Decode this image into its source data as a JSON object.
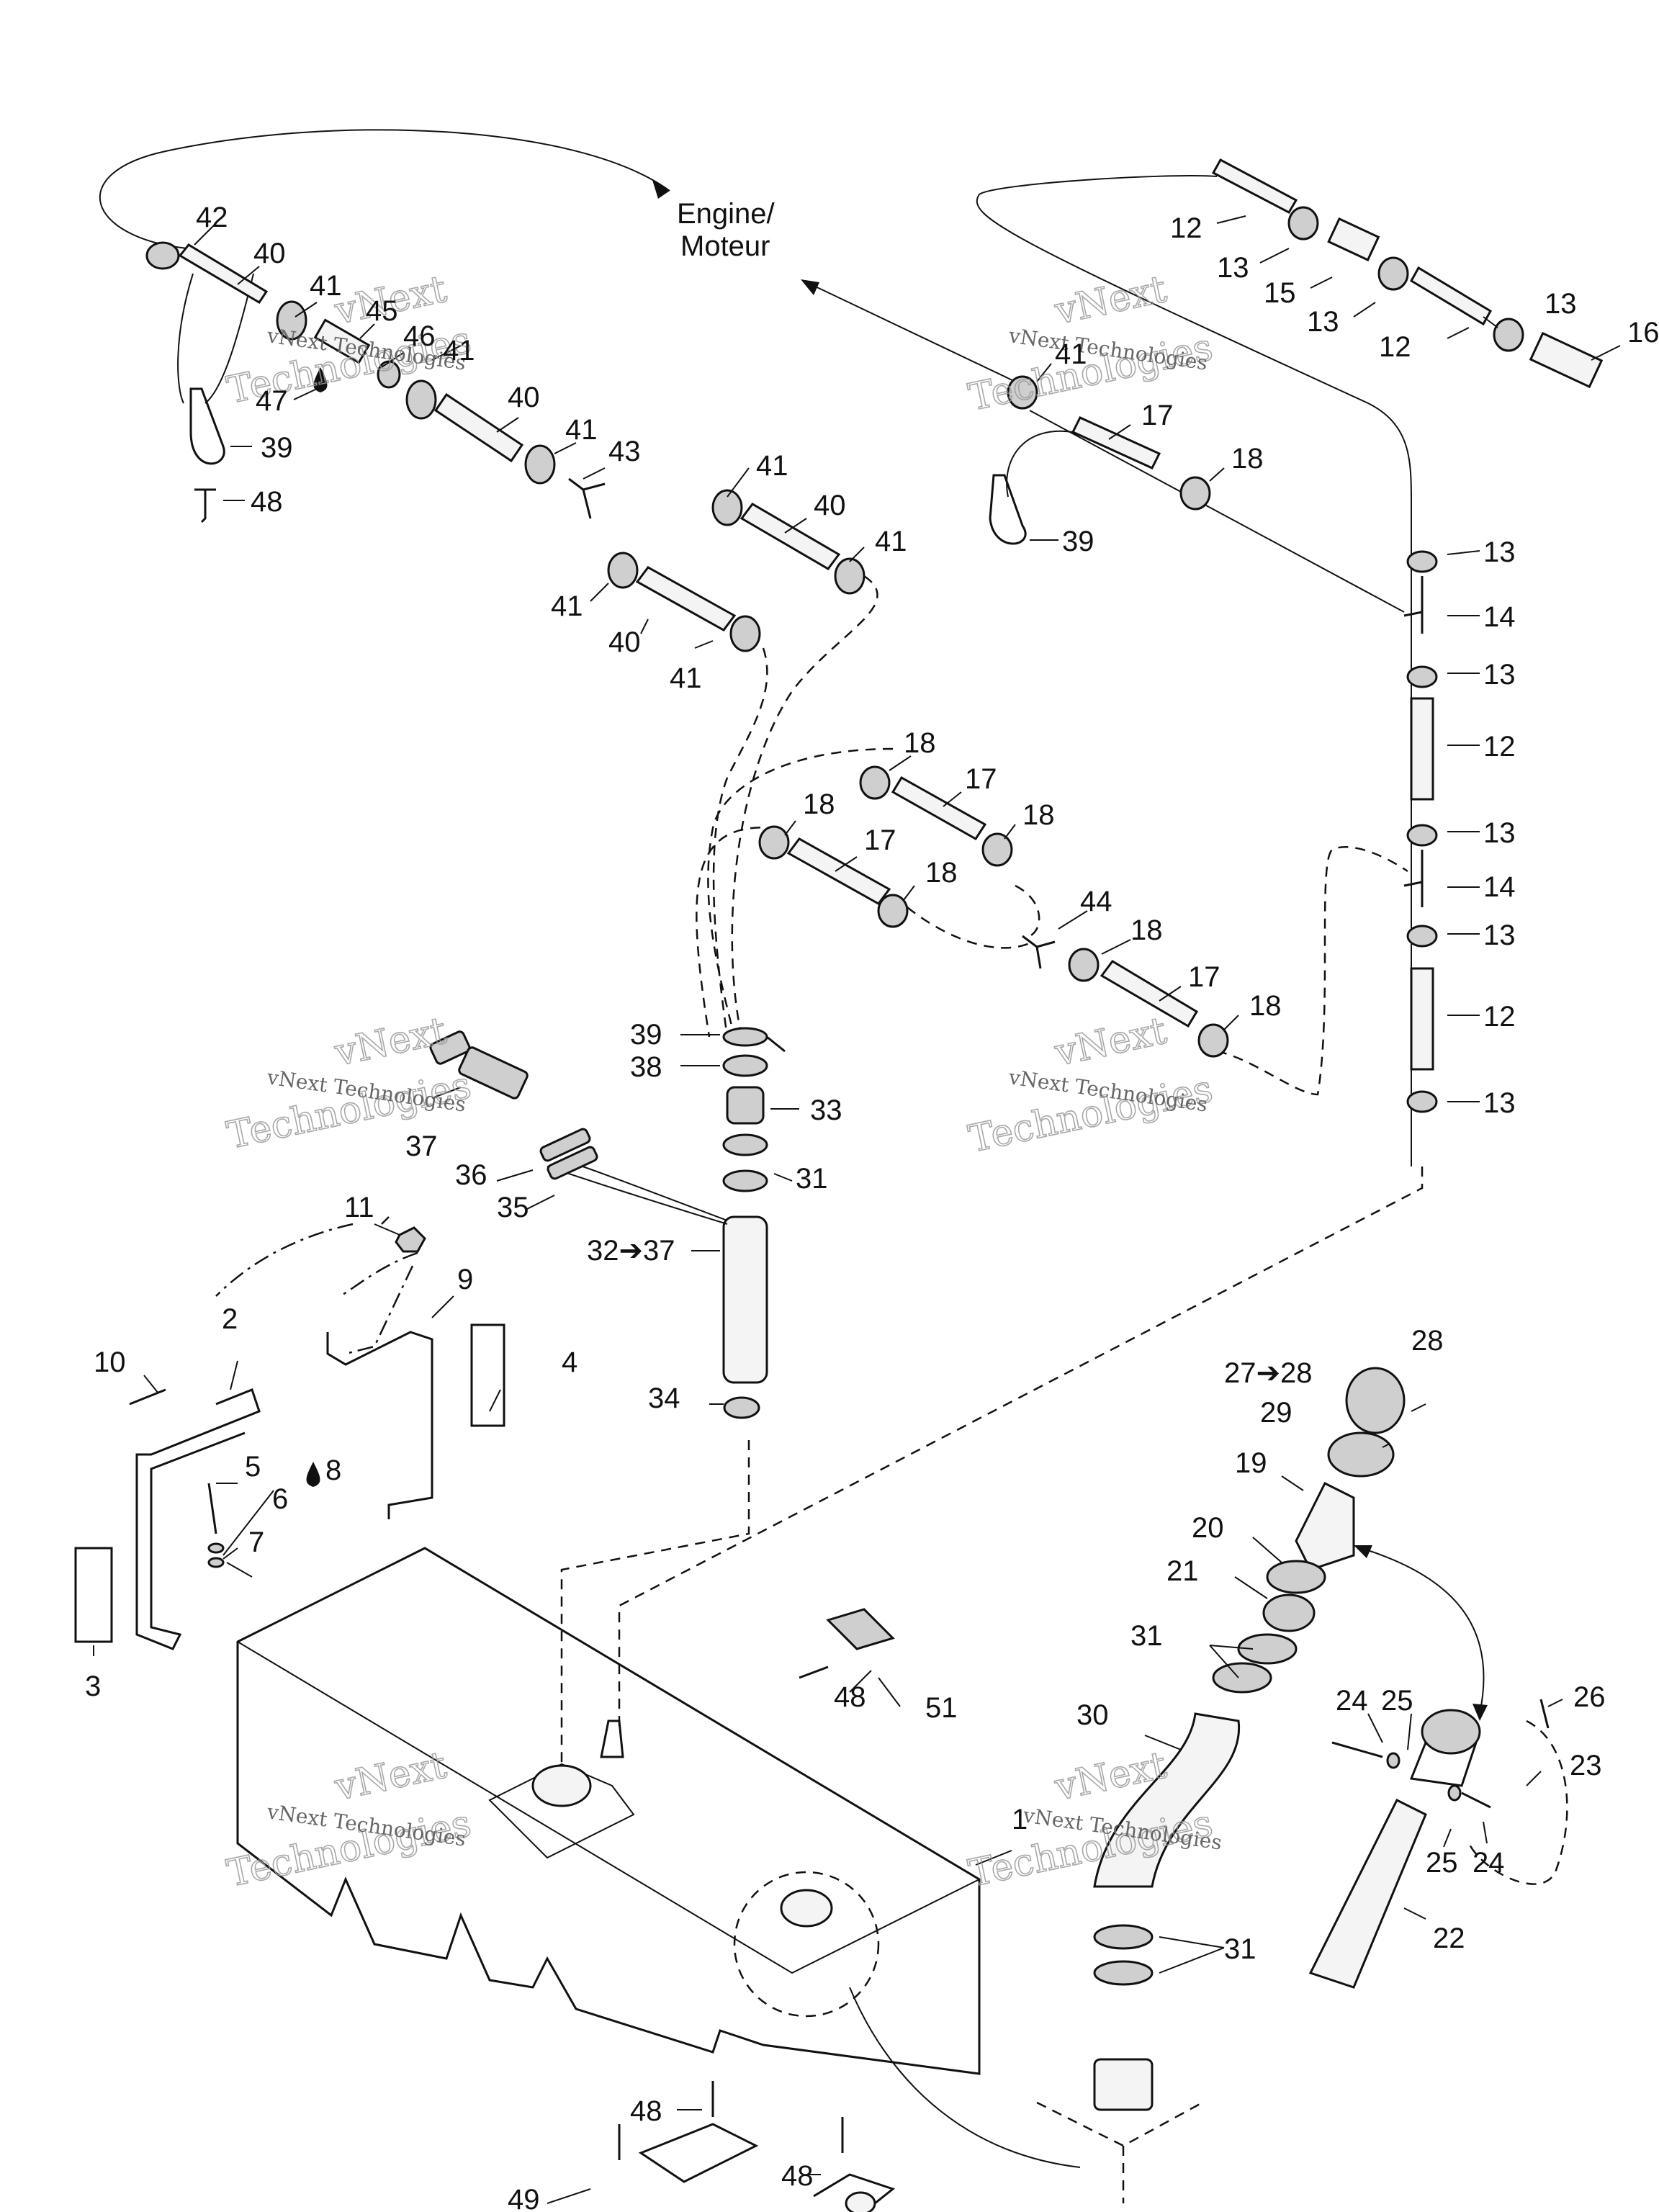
{
  "watermark": {
    "line1": "vNext",
    "line2": "Technologies",
    "caption": "vNext Technologies"
  },
  "destination_label": {
    "line1": "Engine/",
    "line2": "Moteur"
  },
  "callouts": {
    "c42": "42",
    "c40a": "40",
    "c41a": "41",
    "c45": "45",
    "c46": "46",
    "c41b": "41",
    "c47": "47",
    "c39a": "39",
    "c48a": "48",
    "c40b": "40",
    "c41c": "41",
    "c43": "43",
    "c41d": "41",
    "c40c": "40",
    "c41e": "41",
    "c41f": "41",
    "c40d": "40",
    "c41g": "41",
    "c12a": "12",
    "c13a": "13",
    "c15": "15",
    "c13b": "13",
    "c13c": "13",
    "c12b": "12",
    "c16": "16",
    "c41h": "41",
    "c17a": "17",
    "c18a": "18",
    "c39b": "39",
    "c13d": "13",
    "c14a": "14",
    "c13e": "13",
    "c12c": "12",
    "c13f": "13",
    "c14b": "14",
    "c13g": "13",
    "c12d": "12",
    "c13h": "13",
    "c18b": "18",
    "c17b": "17",
    "c18c": "18",
    "c18d": "18",
    "c17c": "17",
    "c18e": "18",
    "c44": "44",
    "c18f": "18",
    "c17d": "17",
    "c18g": "18",
    "c39c": "39",
    "c38": "38",
    "c33": "33",
    "c37": "37",
    "c36": "36",
    "c35": "35",
    "c31a": "31",
    "c32": "32➔37",
    "c34": "34",
    "c11": "11",
    "c9": "9",
    "c2": "2",
    "c10": "10",
    "c4": "4",
    "c5": "5",
    "c8": "8",
    "c6": "6",
    "c7": "7",
    "c3": "3",
    "c28": "28",
    "c27": "27➔28",
    "c29": "29",
    "c19": "19",
    "c20": "20",
    "c21": "21",
    "c31b": "31",
    "c30": "30",
    "c48b": "48",
    "c51": "51",
    "c24a": "24",
    "c25a": "25",
    "c26": "26",
    "c23": "23",
    "c25b": "25",
    "c24b": "24",
    "c22": "22",
    "c1": "1",
    "c31c": "31",
    "c48c": "48",
    "c48d": "48",
    "c49": "49"
  },
  "icons": [
    "drop-icon",
    "clamp-icon",
    "hose-icon",
    "fuel-tank-icon",
    "screw-icon"
  ]
}
